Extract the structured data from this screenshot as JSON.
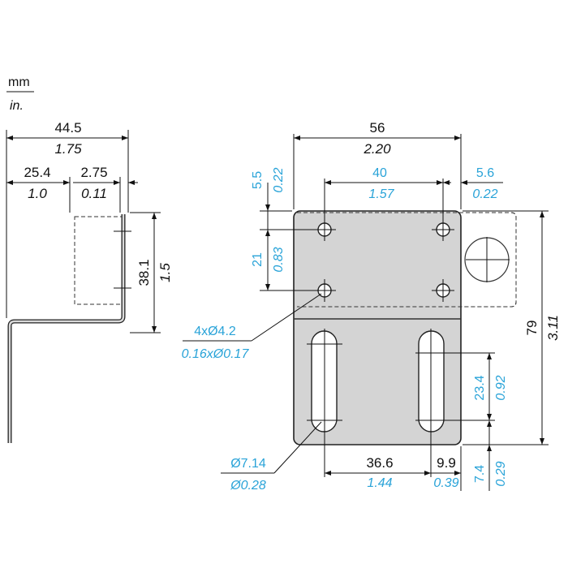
{
  "units": {
    "primary": "mm",
    "secondary": "in."
  },
  "side_view": {
    "overall_width": {
      "mm": "44.5",
      "in": "1.75"
    },
    "offset": {
      "mm": "25.4",
      "in": "1.0"
    },
    "thickness": {
      "mm": "2.75",
      "in": "0.11"
    },
    "height": {
      "mm": "38.1",
      "in": "1.5"
    }
  },
  "front_view": {
    "width": {
      "mm": "56",
      "in": "2.20"
    },
    "hole_spacing_x": {
      "mm": "40",
      "in": "1.57"
    },
    "edge_offset_right": {
      "mm": "5.6",
      "in": "0.22"
    },
    "top_edge_to_hole": {
      "mm": "5.5",
      "in": "0.22"
    },
    "hole_spacing_y": {
      "mm": "21",
      "in": "0.83"
    },
    "holes": {
      "mm": "4xØ4.2",
      "in": "0.16xØ0.17"
    },
    "height": {
      "mm": "79",
      "in": "3.11"
    },
    "slot_length": {
      "mm": "23.4",
      "in": "0.92"
    },
    "slot_width": {
      "mm": "Ø7.14",
      "in": "Ø0.28"
    },
    "slot_spacing": {
      "mm": "36.6",
      "in": "1.44"
    },
    "slot_edge_offset": {
      "mm": "9.9",
      "in": "0.39"
    },
    "slot_bottom_offset": {
      "mm": "7.4",
      "in": "0.29"
    }
  },
  "colors": {
    "primary_text": "#111111",
    "secondary_text": "#29a3d8",
    "bracket_fill": "#d4d4d4"
  }
}
